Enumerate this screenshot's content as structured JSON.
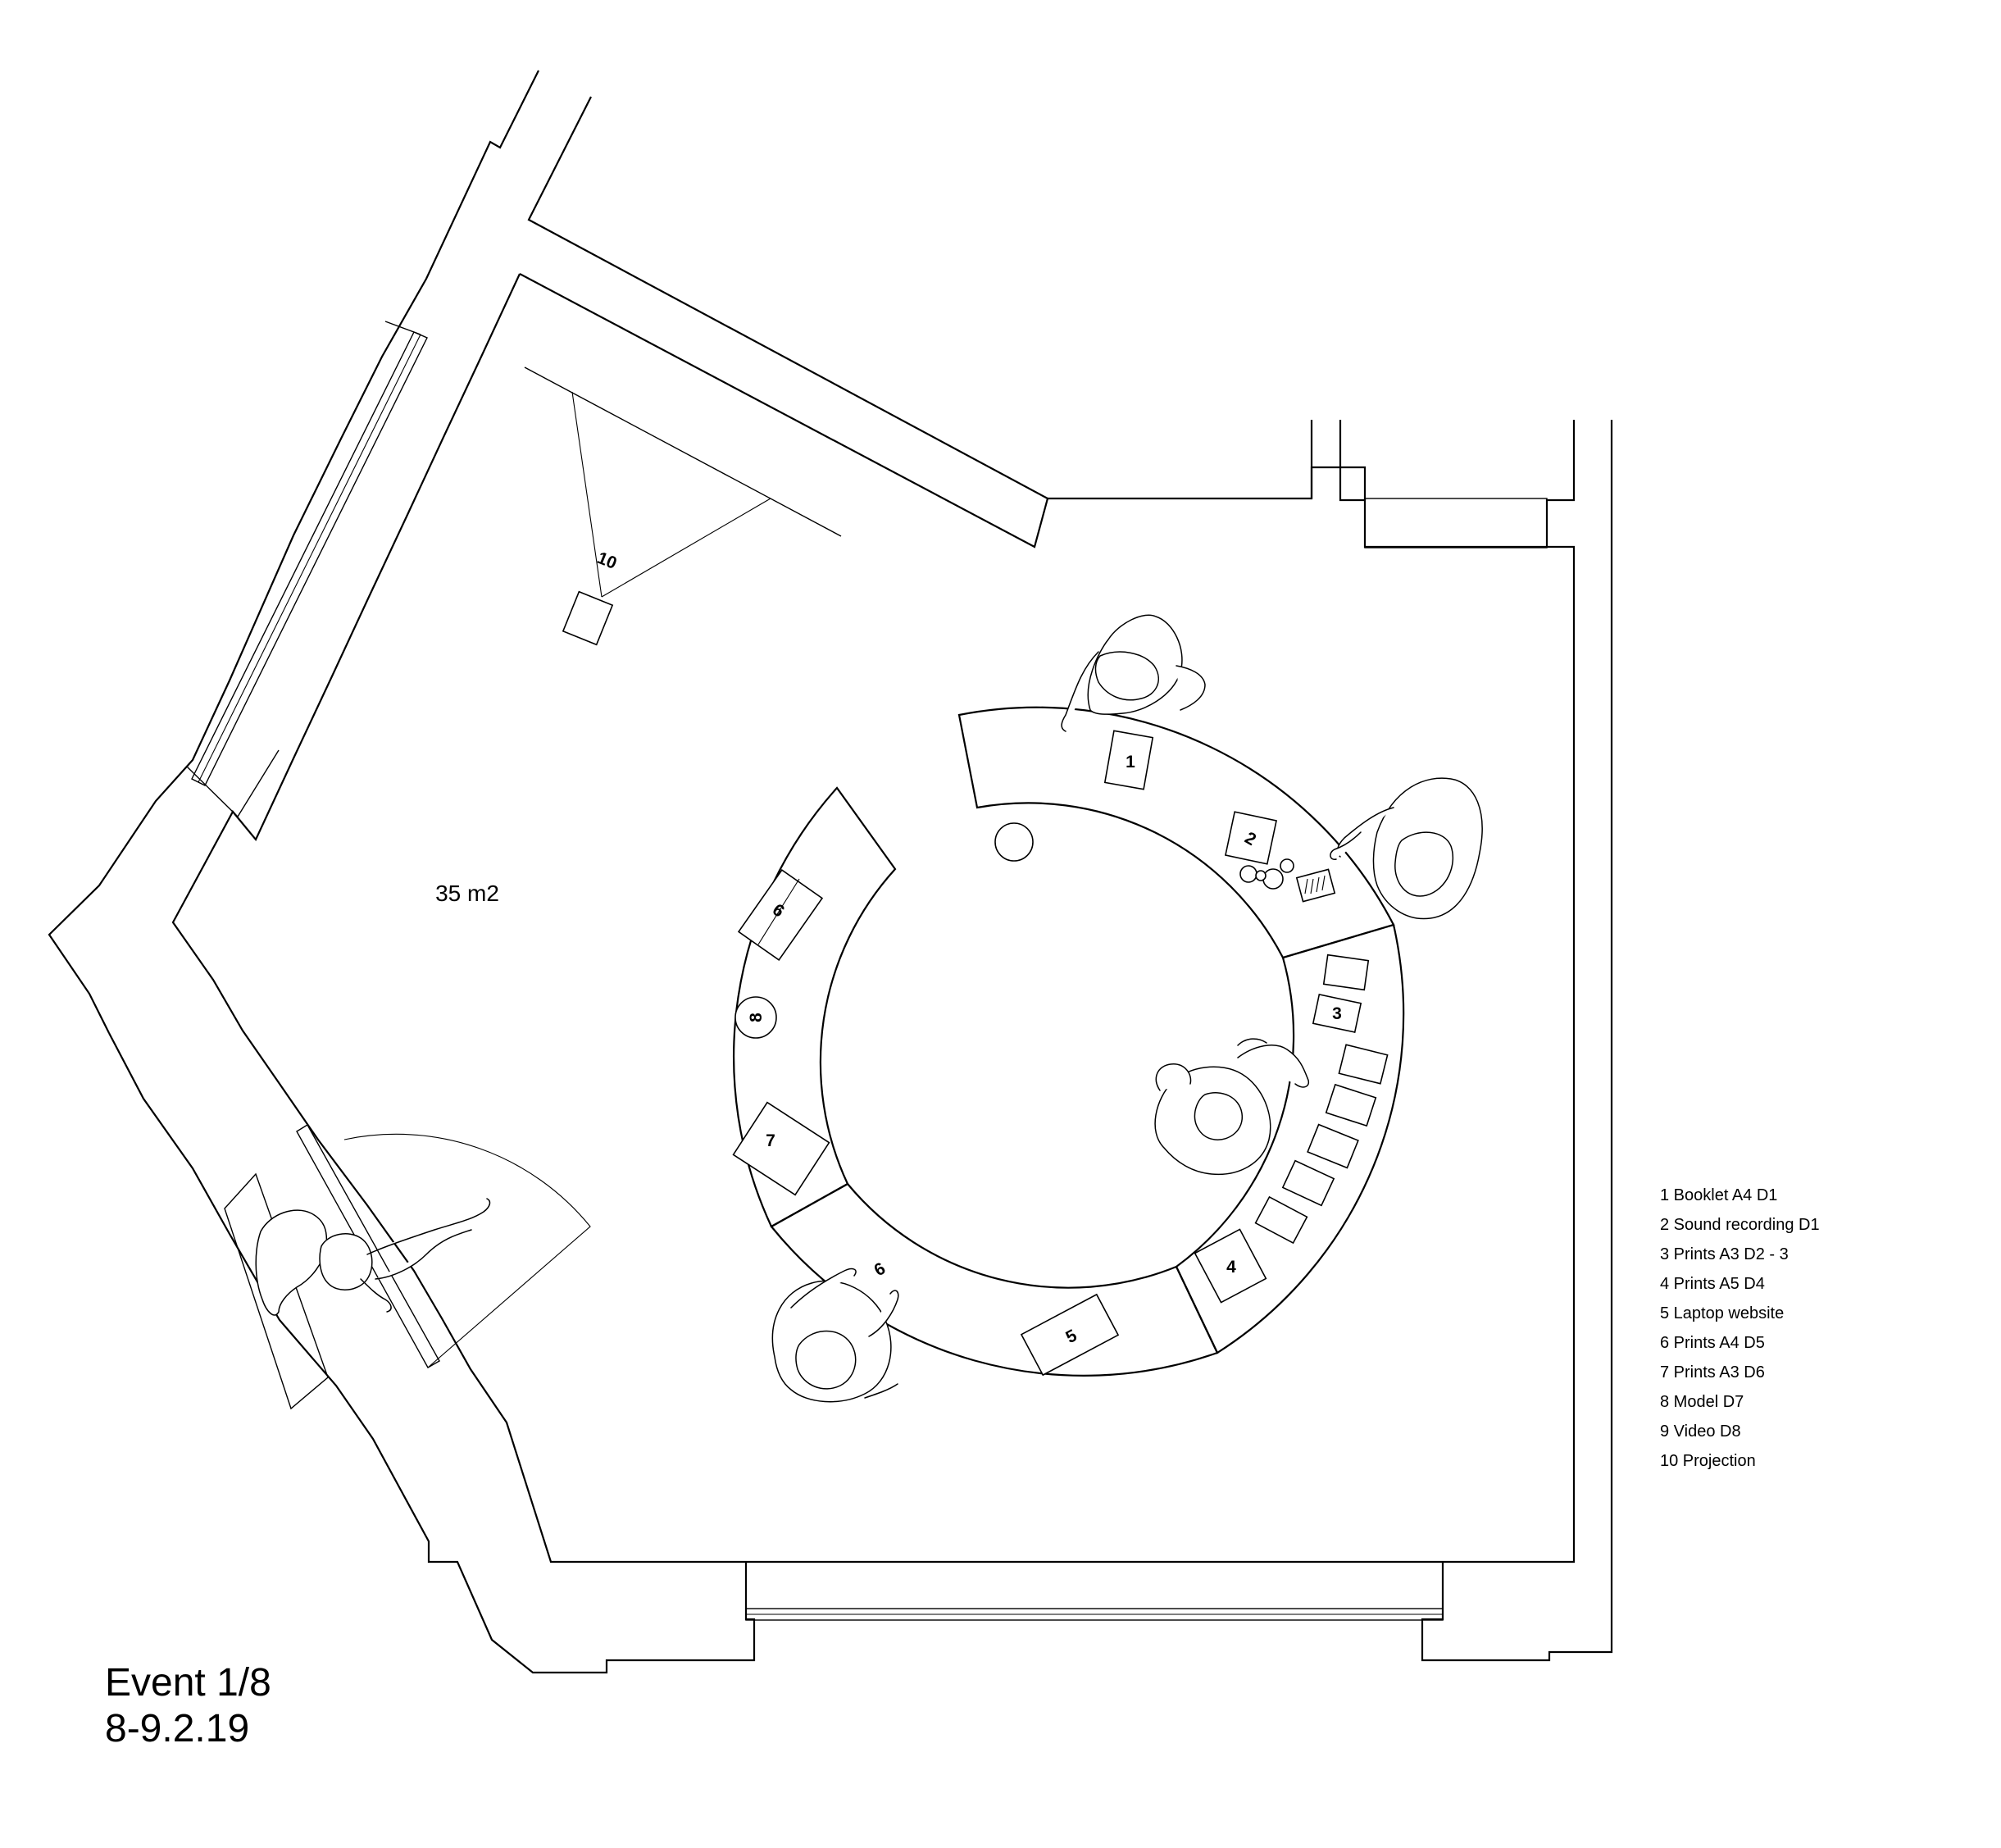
{
  "area_label": "35 m2",
  "items": [
    {
      "number": "1",
      "label": "Booklet A4 D1"
    },
    {
      "number": "2",
      "label": "Sound recording D1"
    },
    {
      "number": "3",
      "label": "Prints A3 D2 - 3"
    },
    {
      "number": "4",
      "label": "Prints A5 D4"
    },
    {
      "number": "5",
      "label": "Laptop website"
    },
    {
      "number": "6",
      "label": "Prints A4 D5"
    },
    {
      "number": "7",
      "label": "Prints A3 D6"
    },
    {
      "number": "8",
      "label": "Model D7"
    },
    {
      "number": "9",
      "label": "Video D8"
    },
    {
      "number": "10",
      "label": "Projection"
    }
  ],
  "legend": [
    "1 Booklet A4 D1",
    "2 Sound recording D1",
    "3 Prints A3 D2 - 3",
    "4 Prints A5 D4",
    "5 Laptop website",
    "6 Prints A4 D5",
    "7 Prints A3 D6",
    "8 Model D7",
    "9 Video D8",
    "10 Projection"
  ],
  "event": {
    "title": "Event 1/8",
    "date": "8-9.2.19"
  }
}
